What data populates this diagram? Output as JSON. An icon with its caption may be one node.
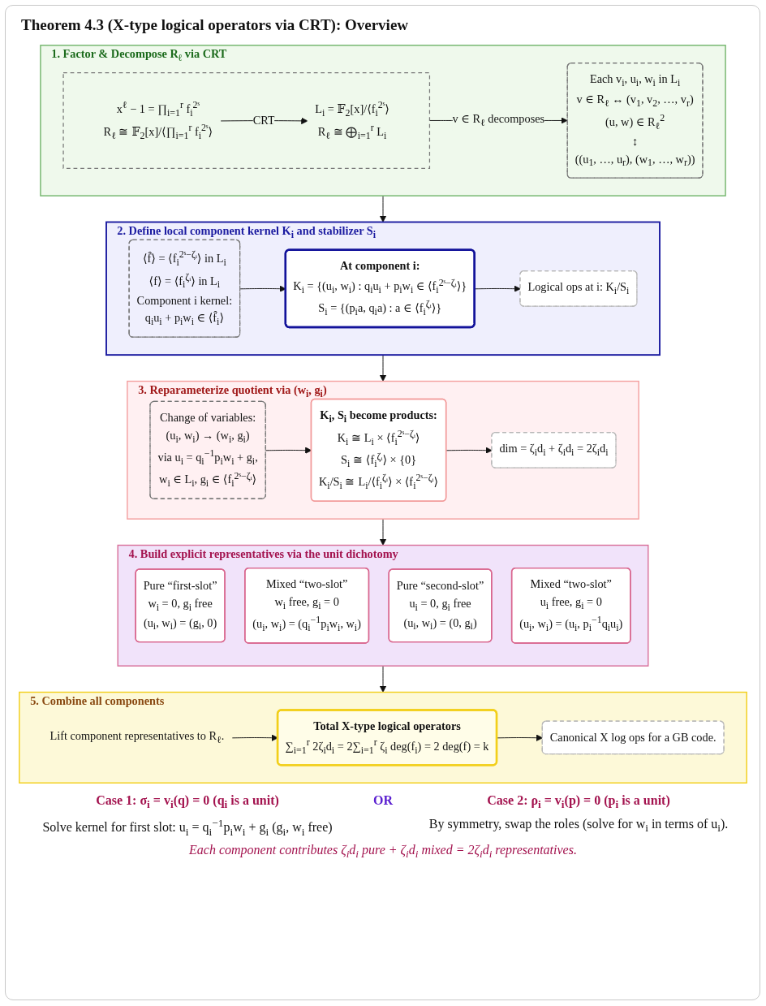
{
  "diagram": {
    "title": "Theorem 4.3 (X-type logical operators via CRT): Overview",
    "nodes": [
      {
        "text": [
          "1. Factor & Decompose R$_{ℓ}$ via CRT"
        ]
      },
      {
        "text": [],
        "shape": "box",
        "in": 0
      },
      {
        "text": [
          "x$^{ℓ}$ − 1 = ∏$_{i=1}$$^{r}$ f$_{i}$$^{2ˢ}$",
          "R$_{ℓ}$ ≅ 𝔽$_{2}$[x]/⟨∏$_{i=1}$$^{r}$ f$_{i}$$^{2ˢ}$⟩"
        ],
        "in": 1
      },
      {
        "text": [
          "L$_{i}$ = 𝔽$_{2}$[x]/⟨f$_{i}$$^{2ˢ}$⟩",
          "R$_{ℓ}$ ≅ ⨁$_{i=1}$$^{r}$ L$_{i}$"
        ],
        "in": 1
      },
      {
        "text": [
          "Each v$_{i}$, u$_{i}$, w$_{i}$ in L$_{i}$",
          "v ∈ R$_{ℓ}$ ↔ (v$_{1}$, v$_{2}$, …, v$_{r}$)",
          "(u, w) ∈ R$_{ℓ}$$^{2}$",
          "↕",
          "((u$_{1}$, …, u$_{r}$), (w$_{1}$, …, w$_{r}$))"
        ],
        "in": 0
      },
      {
        "text": [
          "2. Define local component kernel K$_{i}$ and stabilizer S$_{i}$"
        ]
      },
      {
        "text": [
          "⟨f̂⟩ = ⟨f$_{i}$$^{2ˢ−ζᵢ}$⟩ in L$_{i}$",
          "⟨f⟩ = ⟨f$_{i}$$^{ζᵢ}$⟩ in L$_{i}$",
          "Component i kernel:",
          "q$_{i}$u$_{i}$ + p$_{i}$w$_{i}$ ∈ ⟨f̂$_{i}$⟩"
        ],
        "in": 5
      },
      {
        "text": [
          "At component i:",
          "K$_{i}$ = {(u$_{i}$, w$_{i}$) : q$_{i}$u$_{i}$ + p$_{i}$w$_{i}$ ∈ ⟨f$_{i}$$^{2ˢ−ζᵢ}$⟩}",
          "S$_{i}$ = {(p$_{i}$a, q$_{i}$a) : a ∈ ⟨f$_{i}$$^{ζᵢ}$⟩}"
        ],
        "in": 5
      },
      {
        "text": [
          "Logical ops at i: K$_{i}$/S$_{i}$"
        ],
        "in": 5
      },
      {
        "text": [
          "3. Reparameterize quotient via (w$_{i}$, g$_{i}$)"
        ]
      },
      {
        "text": [
          "Change of variables:",
          "(u$_{i}$, w$_{i}$) → (w$_{i}$, g$_{i}$)",
          "via u$_{i}$ = q$_{i}$$^{−1}$p$_{i}$w$_{i}$ + g$_{i}$,",
          "w$_{i}$ ∈ L$_{i}$, g$_{i}$ ∈ ⟨f$_{i}$$^{2ˢ−ζᵢ}$⟩"
        ],
        "in": 9
      },
      {
        "text": [
          "K$_{i}$, S$_{i}$ become products:",
          "K$_{i}$ ≅ L$_{i}$ × ⟨f$_{i}$$^{2ˢ−ζᵢ}$⟩",
          "S$_{i}$ ≅ ⟨f$_{i}$$^{ζᵢ}$⟩ × {0}",
          "K$_{i}$/S$_{i}$ ≅ L$_{i}$/⟨f$_{i}$$^{ζᵢ}$⟩ × ⟨f$_{i}$$^{2ˢ−ζᵢ}$⟩"
        ],
        "in": 9
      },
      {
        "text": [
          "dim = ζ$_{i}$d$_{i}$ + ζ$_{i}$d$_{i}$ = 2ζ$_{i}$d$_{i}$"
        ],
        "in": 9
      },
      {
        "text": [
          "4. Build explicit representatives via the unit dichotomy"
        ]
      },
      {
        "text": [
          "Pure “first-slot”",
          "w$_{i}$ = 0, g$_{i}$ free",
          "(u$_{i}$, w$_{i}$) = (g$_{i}$, 0)"
        ],
        "in": 13
      },
      {
        "text": [
          "Mixed “two-slot”",
          "w$_{i}$ free, g$_{i}$ = 0",
          "(u$_{i}$, w$_{i}$) = (q$_{i}$$^{−1}$p$_{i}$w$_{i}$, w$_{i}$)"
        ],
        "in": 13
      },
      {
        "text": [
          "Pure “second-slot”",
          "u$_{i}$ = 0, g$_{i}$ free",
          "(u$_{i}$, w$_{i}$) = (0, g$_{i}$)"
        ],
        "in": 13
      },
      {
        "text": [
          "Mixed “two-slot”",
          "u$_{i}$ free, g$_{i}$ = 0",
          "(u$_{i}$, w$_{i}$) = (u$_{i}$, p$_{i}$$^{−1}$q$_{i}$u$_{i}$)"
        ],
        "in": 13
      },
      {
        "text": [
          "5. Combine all components"
        ]
      },
      {
        "text": [
          "Lift component representatives to R$_{ℓ}$."
        ],
        "in": 18
      },
      {
        "text": [
          "Total X-type logical operators",
          "∑$_{i=1}$$^{r}$ 2ζ$_{i}$d$_{i}$ = 2∑$_{i=1}$$^{r}$ ζ$_{i}$ deg(f$_{i}$) = 2 deg(f) = k"
        ],
        "in": 18
      },
      {
        "text": [
          "Canonical X log ops for a GB code."
        ],
        "in": 18
      }
    ],
    "edges": [
      {
        "from": 2,
        "to": 3,
        "arrow": "to",
        "label": "CRT"
      },
      {
        "from": 1,
        "to": 4,
        "arrow": "to",
        "label": "v ∈ R$_{ℓ}$ decomposes"
      },
      {
        "from": 0,
        "to": 5,
        "arrow": "to"
      },
      {
        "from": 6,
        "to": 7,
        "arrow": "to"
      },
      {
        "from": 7,
        "to": 8,
        "arrow": "to"
      },
      {
        "from": 5,
        "to": 9,
        "arrow": "to"
      },
      {
        "from": 10,
        "to": 11,
        "arrow": "to"
      },
      {
        "from": 11,
        "to": 12,
        "arrow": "to"
      },
      {
        "from": 9,
        "to": 13,
        "arrow": "to"
      },
      {
        "from": 13,
        "to": 18,
        "arrow": "to"
      },
      {
        "from": 19,
        "to": 20,
        "arrow": "to"
      },
      {
        "from": 20,
        "to": 21,
        "arrow": "to"
      }
    ],
    "labels": [
      "Case 1: σ$_{i}$ = v$_{i}$(q) = 0 (q$_{i}$ is a unit)",
      "Solve kernel for first slot: u$_{i}$ = q$_{i}$$^{−1}$p$_{i}$w$_{i}$ + g$_{i}$ (g$_{i}$, w$_{i}$ free)",
      "OR",
      "Case 2: ρ$_{i}$ = v$_{i}$(p) = 0 (p$_{i}$ is a unit)",
      "By symmetry, swap the roles (solve for w$_{i}$ in terms of u$_{i}$).",
      "Each component contributes ζ$_{i}$d$_{i}$ pure + ζ$_{i}$d$_{i}$ mixed = 2ζ$_{i}$d$_{i}$ representatives."
    ]
  }
}
